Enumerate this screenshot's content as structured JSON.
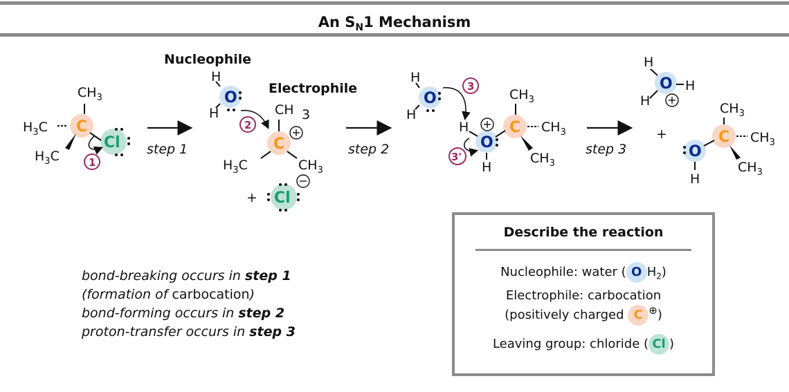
{
  "title": {
    "prefix": "An S",
    "sub": "N",
    "suffix": "1 Mechanism"
  },
  "labels": {
    "nucleophile": "Nucleophile",
    "electrophile": "Electrophile"
  },
  "atoms": {
    "C": "C",
    "O": "O",
    "Cl": "Cl",
    "H": "H",
    "CH3": "CH",
    "sub3": "3",
    "H3C": "H",
    "plus": "+"
  },
  "steps": {
    "step1": "step 1",
    "step2": "step 2",
    "step3": "step 3"
  },
  "markers": {
    "m1": "1",
    "m2": "2",
    "m3": "3",
    "m3p": "3'"
  },
  "notes": {
    "line1_a": "bond-breaking occurs in ",
    "line1_b": "step 1",
    "line2_a": "(formation of ",
    "line2_b": "carbocation",
    "line2_c": ")",
    "line3_a": "bond-forming occurs in ",
    "line3_b": "step 2",
    "line4_a": "proton-transfer occurs in ",
    "line4_b": "step 3"
  },
  "panel": {
    "title": "Describe the reaction",
    "nuc_a": "Nucleophile: water (",
    "nuc_o": "O",
    "nuc_h": "H",
    "nuc_sub": "2",
    "nuc_c": ")",
    "elec_a": "Electrophile: carbocation",
    "elec_b": "(positively charged ",
    "elec_c": "C",
    "elec_charge": "⊕",
    "elec_d": ")",
    "lg_a": "Leaving group: chloride (",
    "lg_cl": "Cl",
    "lg_c": ")"
  },
  "colors": {
    "carbon": "#f39a1d",
    "oxygen": "#0b2a8c",
    "chlorine": "#1d9c74",
    "marker": "#9c2b63",
    "rule": "#8a8a8a"
  }
}
